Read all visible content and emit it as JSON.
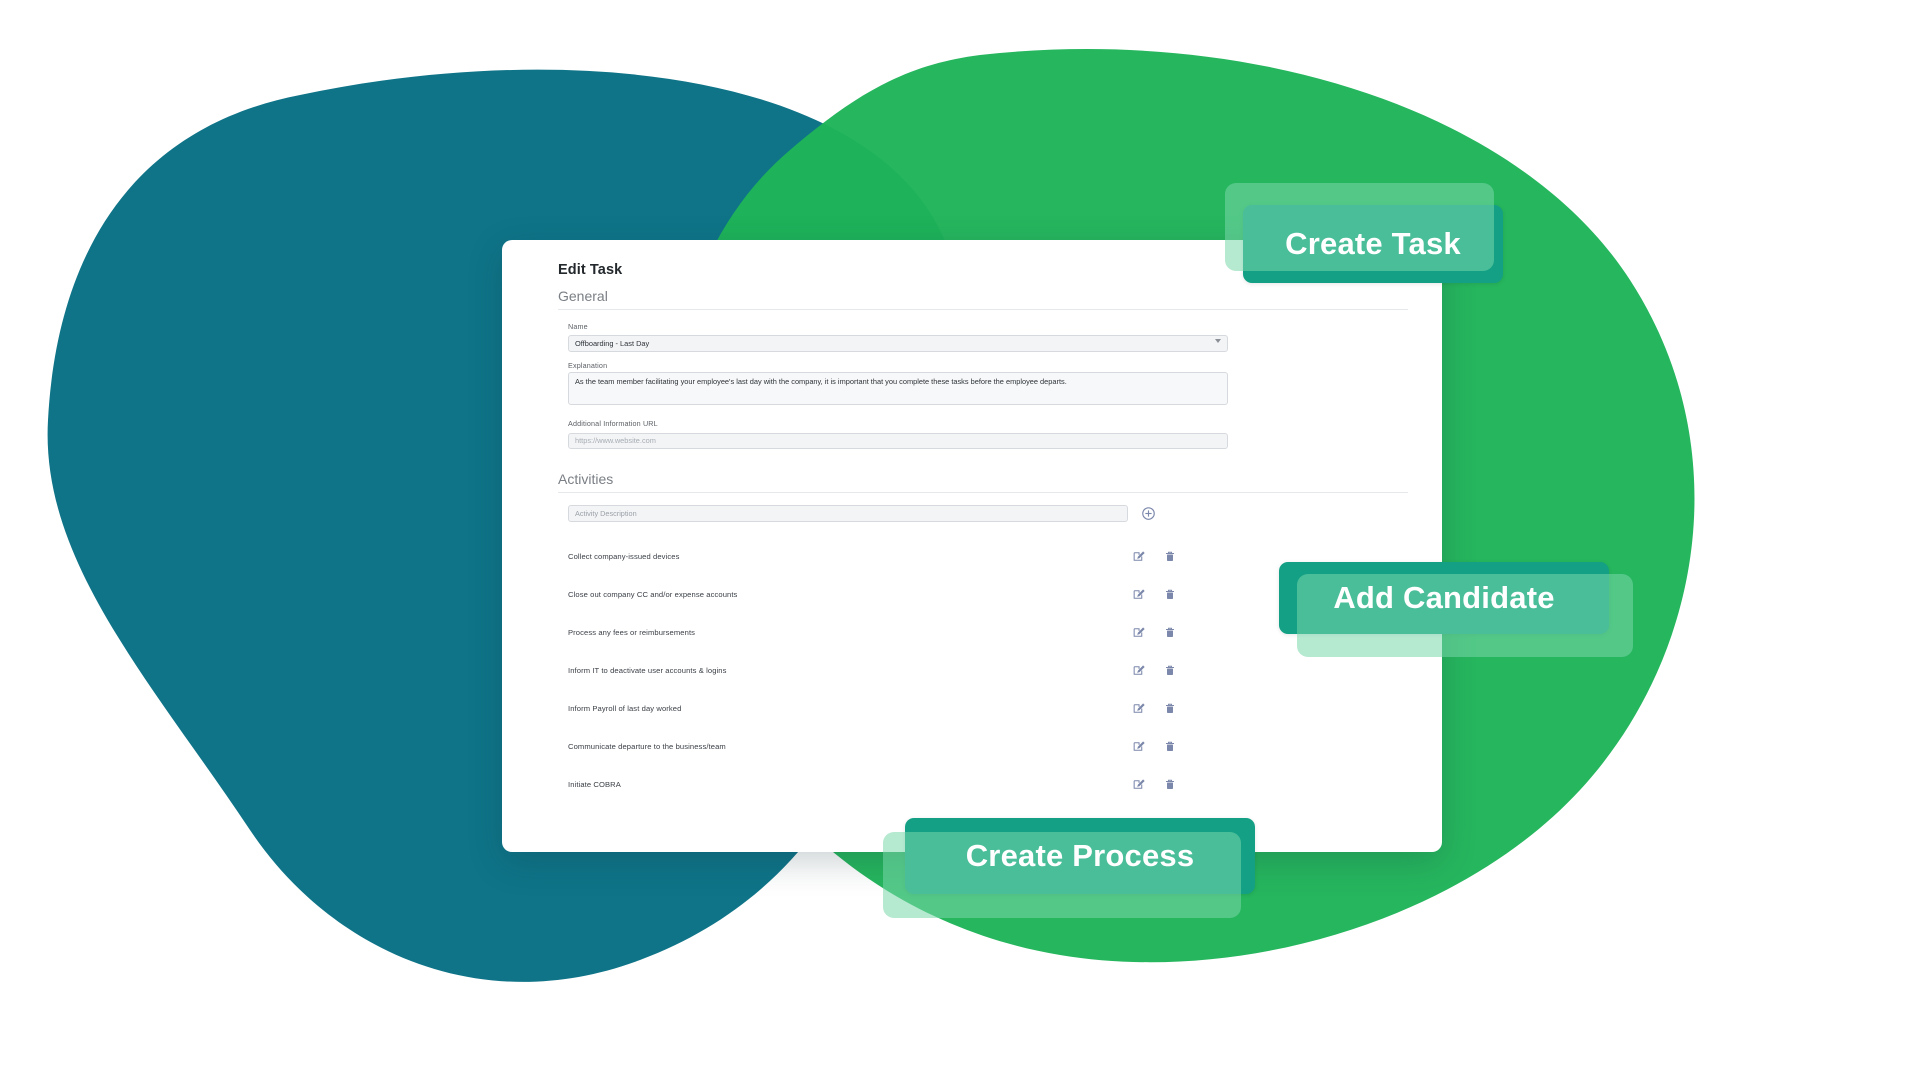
{
  "window": {
    "title": "Edit Task",
    "sections": {
      "general": "General",
      "activities": "Activities"
    },
    "fields": {
      "name": {
        "label": "Name",
        "value": "Offboarding - Last Day",
        "icon": "chevron-down-icon"
      },
      "explanation": {
        "label": "Explanation",
        "value": "As the team member facilitating your employee's last day with the company, it is important that you complete these tasks before the employee departs."
      },
      "additional_url": {
        "label": "Additional Information URL",
        "value": "",
        "placeholder": "https://www.website.com"
      }
    },
    "activity_add": {
      "placeholder": "Activity Description",
      "add_icon": "plus-circle-icon"
    },
    "activity_row_icons": {
      "edit": "edit-pencil-icon",
      "delete": "trash-icon"
    },
    "activities": [
      "Collect company-issued devices",
      "Close out company CC and/or expense accounts",
      "Process any fees or reimbursements",
      "Inform IT to deactivate user accounts & logins",
      "Inform Payroll of last day worked",
      "Communicate departure to the business/team",
      "Initiate COBRA"
    ]
  },
  "cta_buttons": {
    "create_task": "Create Task",
    "add_candidate": "Add Candidate",
    "create_process": "Create Process"
  },
  "colors": {
    "teal_blob": "#0F7488",
    "green_blob": "#1FB459",
    "button_teal": "#13A085",
    "button_shadow_green": "#78D7AA",
    "icon_blue_gray": "#7B87AB",
    "card_white": "#FFFFFF",
    "text_dark": "#23282C",
    "text_muted": "#7A7F85"
  }
}
